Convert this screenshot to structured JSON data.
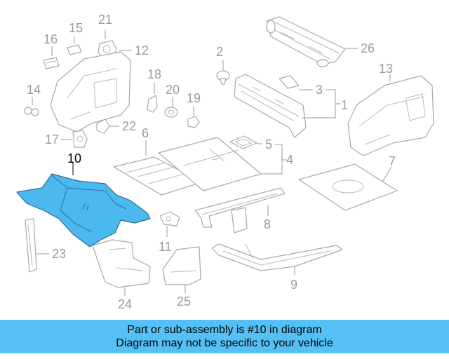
{
  "diagram": {
    "highlight_color": "#4cb8f0",
    "highlighted_part": "10",
    "callouts": {
      "p1": "1",
      "p2": "2",
      "p3": "3",
      "p4": "4",
      "p5": "5",
      "p6": "6",
      "p7": "7",
      "p8": "8",
      "p9": "9",
      "p10": "10",
      "p11": "11",
      "p12": "12",
      "p13": "13",
      "p14": "14",
      "p15": "15",
      "p16": "16",
      "p17": "17",
      "p18": "18",
      "p19": "19",
      "p20": "20",
      "p21": "21",
      "p22": "22",
      "p23": "23",
      "p24": "24",
      "p25": "25",
      "p26": "26"
    }
  },
  "banner": {
    "line1": "Part or sub-assembly is #10 in diagram",
    "line2": "Diagram may not be specific to your vehicle",
    "color": "#55c0f5"
  }
}
